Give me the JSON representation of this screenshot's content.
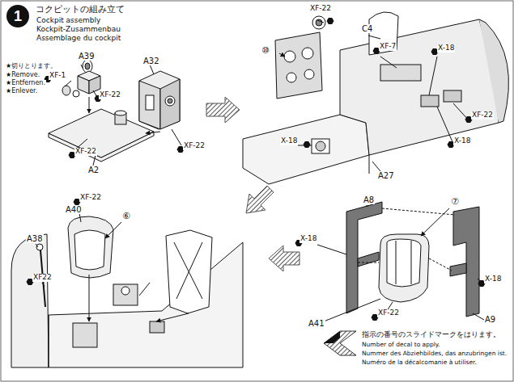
{
  "diagram": {
    "title": "コクピットの組み立て",
    "nodes": [
      {
        "text": [
          "1"
        ]
      }
    ],
    "labels": [
      "Cockpit assembly",
      "Kockpit-Zusammenbau",
      "Assemblage du cockpit",
      "★切りとります。",
      "★Remove.",
      "★Entfernen.",
      "★Enlever.",
      "A39",
      "XF-1",
      "XF-22",
      "A32",
      "XF-22",
      "XF-22",
      "A2",
      "XF-22",
      "C4",
      "⑩",
      "XF-7",
      "X-18",
      "X-18",
      "XF-22",
      "X-18",
      "A27",
      "A8",
      "⑦",
      "X-18",
      "X-18",
      "A41",
      "XF-22",
      "A9",
      "XF-22",
      "A40",
      "⑥",
      "A38",
      "XF22",
      "指示の番号のスライドマークをはります。",
      "Number of decal to apply.",
      "Nummer des Abziehbildes, das anzubringen ist.",
      "Numéro de la décalcomanie à utiliser."
    ]
  }
}
